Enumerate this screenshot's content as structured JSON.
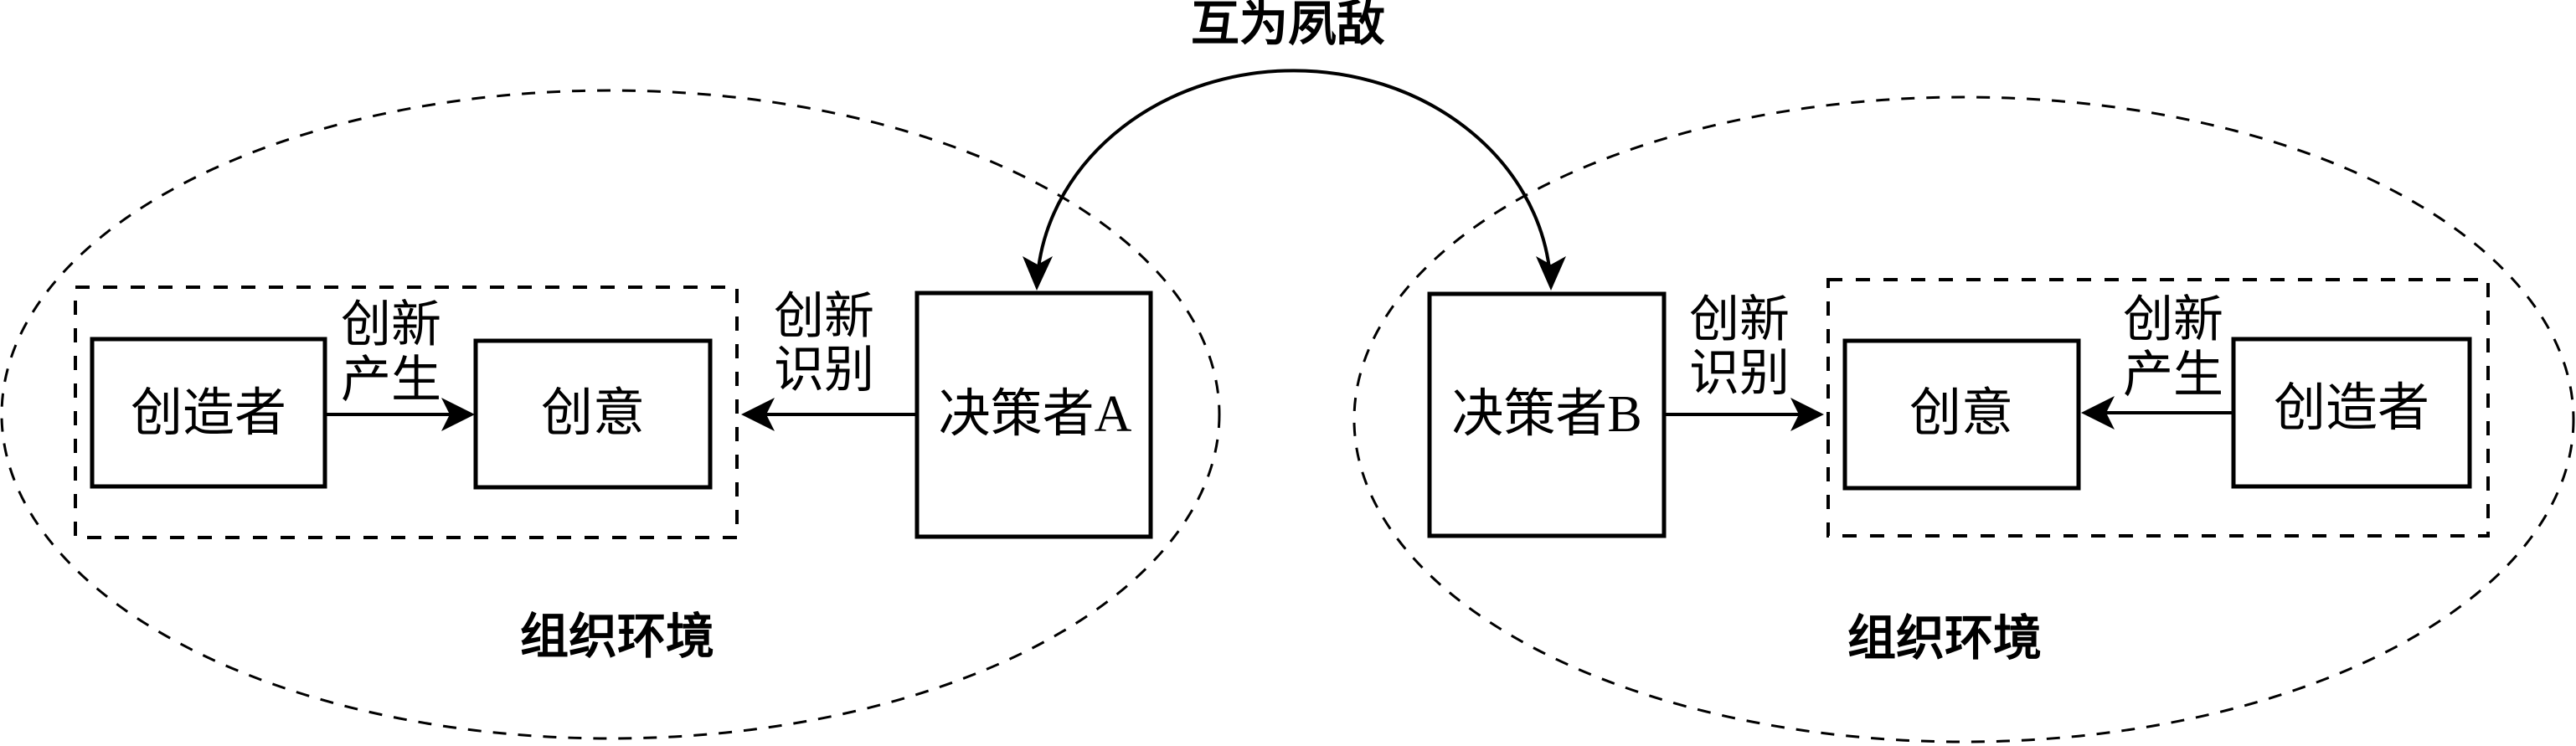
{
  "title": "互为夙敌",
  "left_org": {
    "environment_label": "组织环境",
    "creator_label": "创造者",
    "idea_label": "创意",
    "decision_maker_label": "决策者A",
    "generation_label": [
      "创新",
      "产生"
    ],
    "recognition_label": [
      "创新",
      "识别"
    ]
  },
  "right_org": {
    "environment_label": "组织环境",
    "creator_label": "创造者",
    "idea_label": "创意",
    "decision_maker_label": "决策者B",
    "generation_label": [
      "创新",
      "产生"
    ],
    "recognition_label": [
      "创新",
      "识别"
    ]
  },
  "colors": {
    "stroke": "#000000",
    "background": "#ffffff"
  }
}
